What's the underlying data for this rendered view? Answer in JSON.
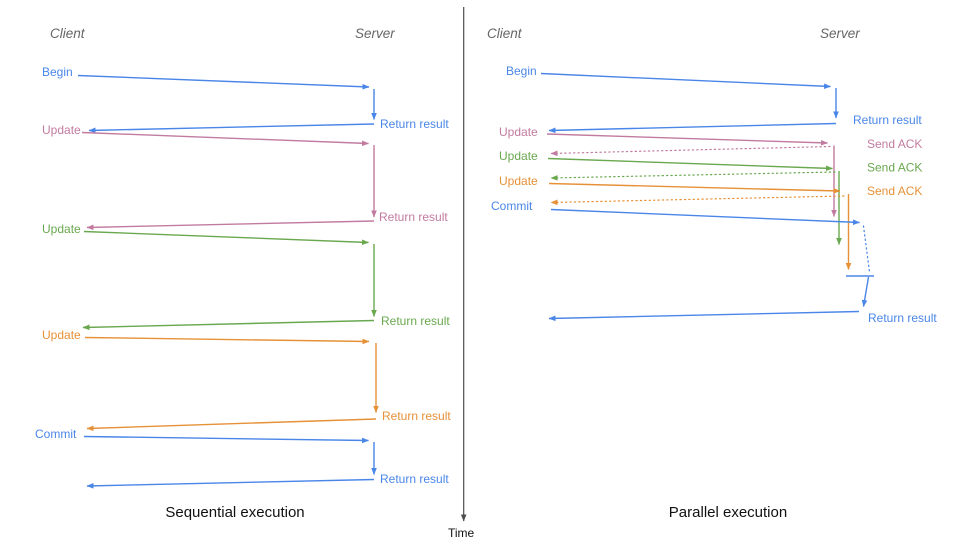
{
  "colors": {
    "blue": "#4a86e8",
    "magenta": "#c27ba0",
    "green": "#6aa84f",
    "orange": "#e69138",
    "header_gray": "#666666",
    "axis_gray": "#4d4d4d",
    "caption_black": "#111111"
  },
  "time_axis": {
    "label": "Time"
  },
  "sequential": {
    "title": "Sequential execution",
    "client_header": "Client",
    "server_header": "Server",
    "messages": [
      {
        "label": "Begin",
        "response": "Return result",
        "color": "blue"
      },
      {
        "label": "Update",
        "response": "Return result",
        "color": "magenta"
      },
      {
        "label": "Update",
        "response": "Return result",
        "color": "green"
      },
      {
        "label": "Update",
        "response": "Return result",
        "color": "orange"
      },
      {
        "label": "Commit",
        "response": "Return result",
        "color": "blue"
      }
    ]
  },
  "parallel": {
    "title": "Parallel execution",
    "client_header": "Client",
    "server_header": "Server",
    "messages": [
      {
        "label": "Begin",
        "response": "Return result",
        "ack_style": "solid",
        "color": "blue"
      },
      {
        "label": "Update",
        "response": "Send ACK",
        "ack_style": "dotted",
        "color": "magenta"
      },
      {
        "label": "Update",
        "response": "Send ACK",
        "ack_style": "dotted",
        "color": "green"
      },
      {
        "label": "Update",
        "response": "Send ACK",
        "ack_style": "dotted",
        "color": "orange"
      },
      {
        "label": "Commit",
        "response": "Return result",
        "ack_style": "wait-then-solid",
        "color": "blue"
      }
    ]
  }
}
